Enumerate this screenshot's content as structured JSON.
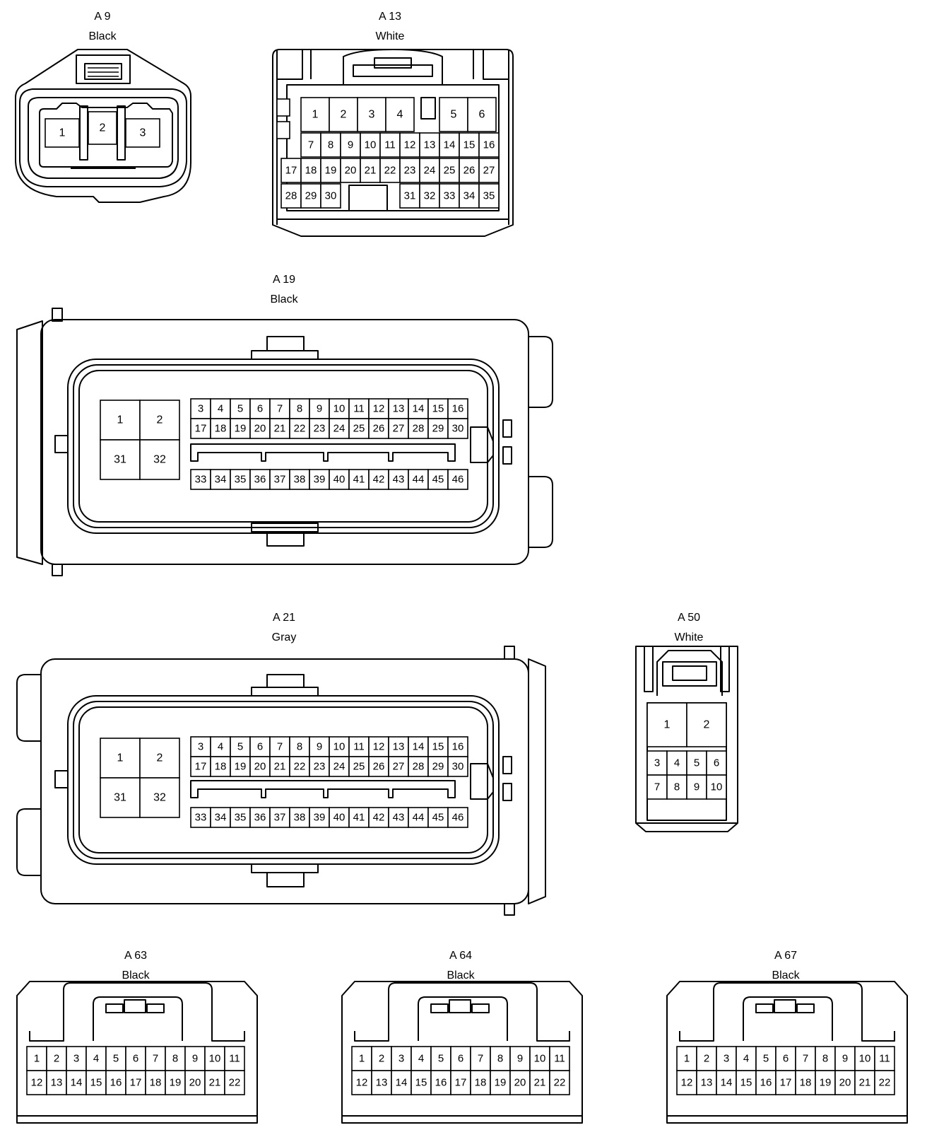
{
  "connectors": {
    "a9": {
      "id": "A 9",
      "color": "Black"
    },
    "a13": {
      "id": "A 13",
      "color": "White"
    },
    "a19": {
      "id": "A 19",
      "color": "Black"
    },
    "a21": {
      "id": "A 21",
      "color": "Gray"
    },
    "a50": {
      "id": "A 50",
      "color": "White"
    },
    "a63": {
      "id": "A 63",
      "color": "Black"
    },
    "a64": {
      "id": "A 64",
      "color": "Black"
    },
    "a67": {
      "id": "A 67",
      "color": "Black"
    }
  },
  "pins": {
    "a9": [
      "1",
      "2",
      "3"
    ],
    "a13": {
      "row1": [
        "1",
        "2",
        "3",
        "4",
        "5",
        "6"
      ],
      "row2": [
        "7",
        "8",
        "9",
        "10",
        "11",
        "12",
        "13",
        "14",
        "15",
        "16"
      ],
      "row3": [
        "17",
        "18",
        "19",
        "20",
        "21",
        "22",
        "23",
        "24",
        "25",
        "26",
        "27"
      ],
      "row4_left": [
        "28",
        "29",
        "30"
      ],
      "row4_right": [
        "31",
        "32",
        "33",
        "34",
        "35"
      ]
    },
    "ecu": {
      "big": [
        "1",
        "2",
        "31",
        "32"
      ],
      "row1": [
        "3",
        "4",
        "5",
        "6",
        "7",
        "8",
        "9",
        "10",
        "11",
        "12",
        "13",
        "14",
        "15",
        "16"
      ],
      "row2": [
        "17",
        "18",
        "19",
        "20",
        "21",
        "22",
        "23",
        "24",
        "25",
        "26",
        "27",
        "28",
        "29",
        "30"
      ],
      "row3": [
        "33",
        "34",
        "35",
        "36",
        "37",
        "38",
        "39",
        "40",
        "41",
        "42",
        "43",
        "44",
        "45",
        "46"
      ]
    },
    "a50": {
      "big": [
        "1",
        "2"
      ],
      "row1": [
        "3",
        "4",
        "5",
        "6"
      ],
      "row2": [
        "7",
        "8",
        "9",
        "10"
      ]
    },
    "box22": {
      "row1": [
        "1",
        "2",
        "3",
        "4",
        "5",
        "6",
        "7",
        "8",
        "9",
        "10",
        "11"
      ],
      "row2": [
        "12",
        "13",
        "14",
        "15",
        "16",
        "17",
        "18",
        "19",
        "20",
        "21",
        "22"
      ]
    }
  }
}
